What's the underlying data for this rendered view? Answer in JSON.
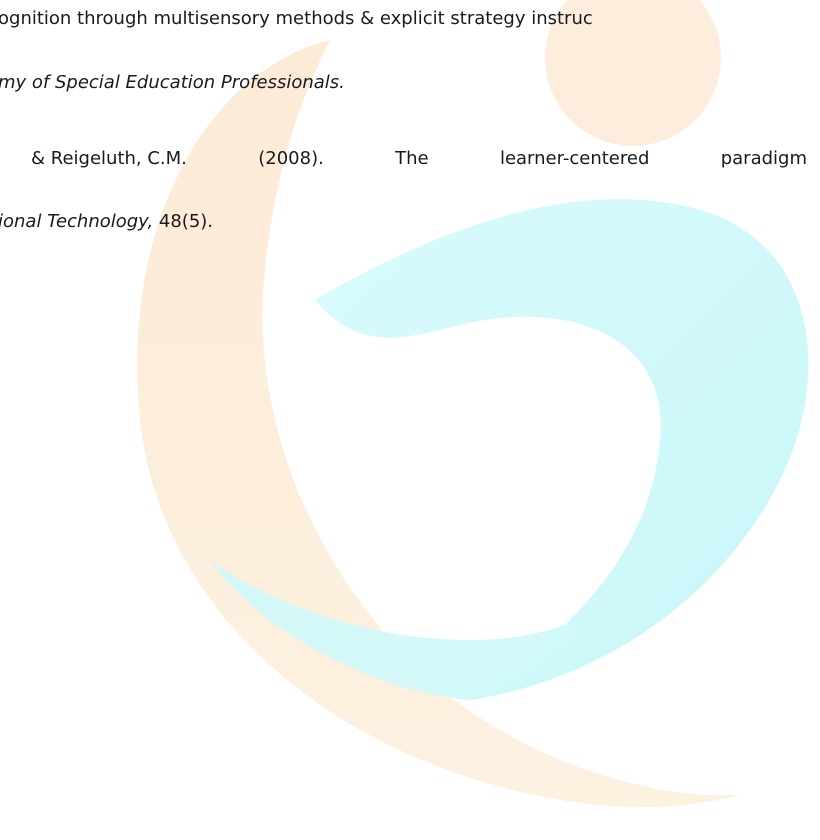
{
  "references": {
    "line1": {
      "text": "ognition through multisensory methods & explicit strategy instruc"
    },
    "line2": {
      "italic": "my of Special Education Professionals."
    },
    "line3": {
      "words": [
        "& Reigeluth, C.M.",
        "(2008).",
        "The",
        "learner-centered",
        "paradigm"
      ]
    },
    "line4": {
      "italic": "ional Technology,",
      "rest": " 48(5)."
    }
  },
  "watermark": {
    "icon": "swirl-logo-icon",
    "colors": {
      "orange": "#FDEBD3",
      "orange_dark": "#F9D9B0",
      "cyan": "#C9F7FA",
      "cyan_light": "#DDFBFC"
    }
  }
}
